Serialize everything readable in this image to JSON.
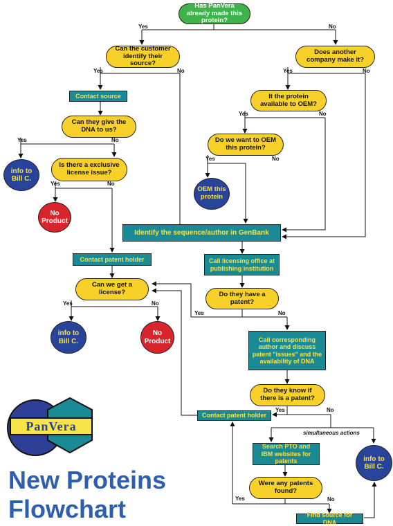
{
  "nodes": {
    "start": "Has PanVera already made this protein?",
    "q_customer_source": "Can the customer identify their source?",
    "q_another_company": "Does another company make it?",
    "contact_source": "Contact source",
    "q_protein_oem": "It the protein available to OEM?",
    "q_give_dna": "Can they give the DNA to us?",
    "q_want_oem": "Do we want to OEM this protein?",
    "info_bill_1": "info to Bill C.",
    "q_exclusive_license": "Is there a exclusive license issue?",
    "oem_protein": "OEM this protein",
    "no_product_1": "No Product",
    "identify_genbank": "Identify the sequence/author in GenBank",
    "contact_patent_holder_1": "Contact patent holder",
    "call_licensing": "Call licensing office at publishing institution",
    "q_get_license": "Can we get a license?",
    "q_have_patent": "Do they have a patent?",
    "info_bill_2": "info to Bill C.",
    "no_product_2": "No Product",
    "call_author": "Call corresponding author and discuss patent \"issues\" and the availability of DNA",
    "q_know_patent": "Do they know if there is a patent?",
    "contact_patent_holder_2": "Contact patent holder",
    "search_pto": "Search PTO and IBM websites for patents",
    "info_bill_3": "info to Bill C.",
    "q_patents_found": "Were any patents found?",
    "find_dna": "Find source for DNA"
  },
  "edge_labels": {
    "yes": "Yes",
    "no": "No",
    "simultaneous": "simultaneous actions"
  },
  "logo": {
    "text": "PanVera",
    "colors": {
      "circle": "#2d3f96",
      "hex": "#1a8a94",
      "bar": "#f7e34a",
      "text": "#2d3f96"
    }
  },
  "title": {
    "line1": "New Proteins",
    "line2": "Flowchart"
  },
  "colors": {
    "decision": "#f7d02a",
    "start": "#3db34a",
    "process": "#1a8a94",
    "info": "#28449a",
    "no_product": "#d8252b"
  }
}
